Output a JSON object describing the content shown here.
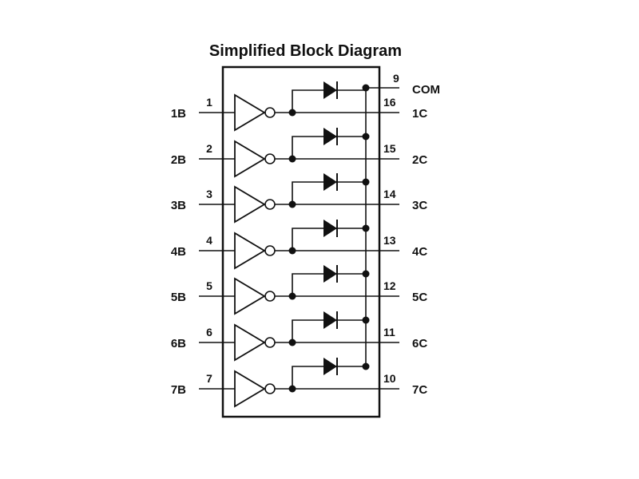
{
  "title": "Simplified Block Diagram",
  "com": {
    "pin": "9",
    "label": "COM"
  },
  "channels": [
    {
      "input": "1B",
      "input_pin": "1",
      "output_pin": "16",
      "output": "1C"
    },
    {
      "input": "2B",
      "input_pin": "2",
      "output_pin": "15",
      "output": "2C"
    },
    {
      "input": "3B",
      "input_pin": "3",
      "output_pin": "14",
      "output": "3C"
    },
    {
      "input": "4B",
      "input_pin": "4",
      "output_pin": "13",
      "output": "4C"
    },
    {
      "input": "5B",
      "input_pin": "5",
      "output_pin": "12",
      "output": "5C"
    },
    {
      "input": "6B",
      "input_pin": "6",
      "output_pin": "11",
      "output": "6C"
    },
    {
      "input": "7B",
      "input_pin": "7",
      "output_pin": "10",
      "output": "7C"
    }
  ],
  "colors": {
    "line": "#111111",
    "background": "#ffffff"
  }
}
